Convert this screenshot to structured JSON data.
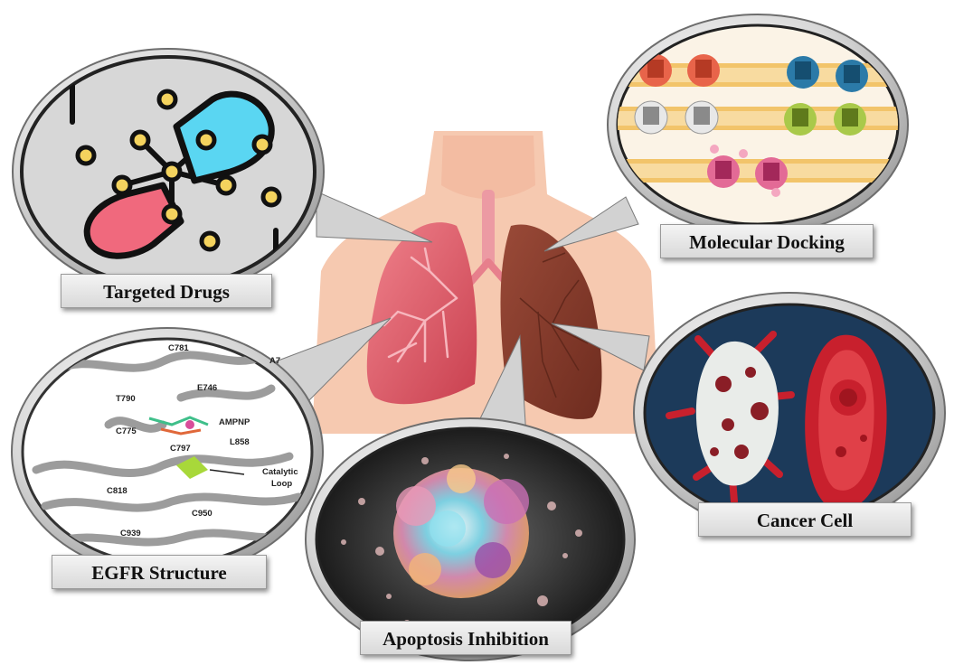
{
  "labels": {
    "targeted_drugs": "Targeted Drugs",
    "molecular_docking": "Molecular Docking",
    "egfr_structure": "EGFR Structure",
    "cancer_cell": "Cancer Cell",
    "apoptosis_inhibition": "Apoptosis Inhibition"
  },
  "egfr_residues": {
    "c781": "C781",
    "t790": "T790",
    "e746": "E746",
    "c775": "C775",
    "ampnp": "AMPNP",
    "l858": "L858",
    "c797": "C797",
    "catalytic": "Catalytic",
    "loop": "Loop",
    "c818": "C818",
    "c950": "C950",
    "c939": "C939",
    "a7": "A7"
  },
  "colors": {
    "skin": "#f6c9b0",
    "healthy_lung": "#d95a68",
    "diseased_lung": "#8a3b2a",
    "capsule_blue": "#5ad6f2",
    "capsule_pink": "#f0697d",
    "cancer_bg": "#1c3a5a",
    "cancer_red": "#c8202d",
    "circle_frame": "#cfcfcf"
  }
}
